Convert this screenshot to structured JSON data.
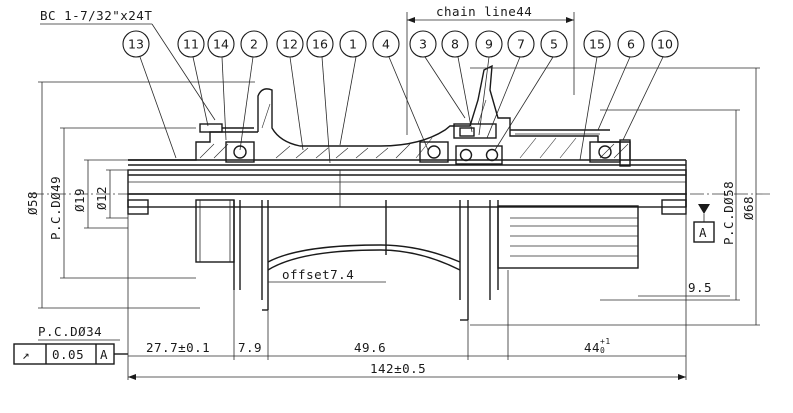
{
  "spec_label": "BC 1-7/32\"x24T",
  "chain_line_label": "chain line44",
  "balloons": [
    "13",
    "11",
    "14",
    "2",
    "12",
    "16",
    "1",
    "4",
    "3",
    "8",
    "9",
    "7",
    "5",
    "15",
    "6",
    "10"
  ],
  "left_diameters": [
    "Ø58",
    "P.C.DØ49",
    "Ø19",
    "Ø12"
  ],
  "right_diameters": [
    "P.C.DØ58",
    "Ø68"
  ],
  "datum_label": "A",
  "offset_label": "offset7.4",
  "dim_9_5": "9.5",
  "pcd34_label": "P.C.DØ34",
  "tolerance": {
    "symbol": "↗",
    "value": "0.05",
    "datum": "A"
  },
  "bottom_dims": {
    "d1": "27.7±0.1",
    "d2": "7.9",
    "d3": "49.6",
    "d4": "44",
    "d4_tol_upper": "+1",
    "d4_tol_lower": "0",
    "total": "142±0.5"
  }
}
